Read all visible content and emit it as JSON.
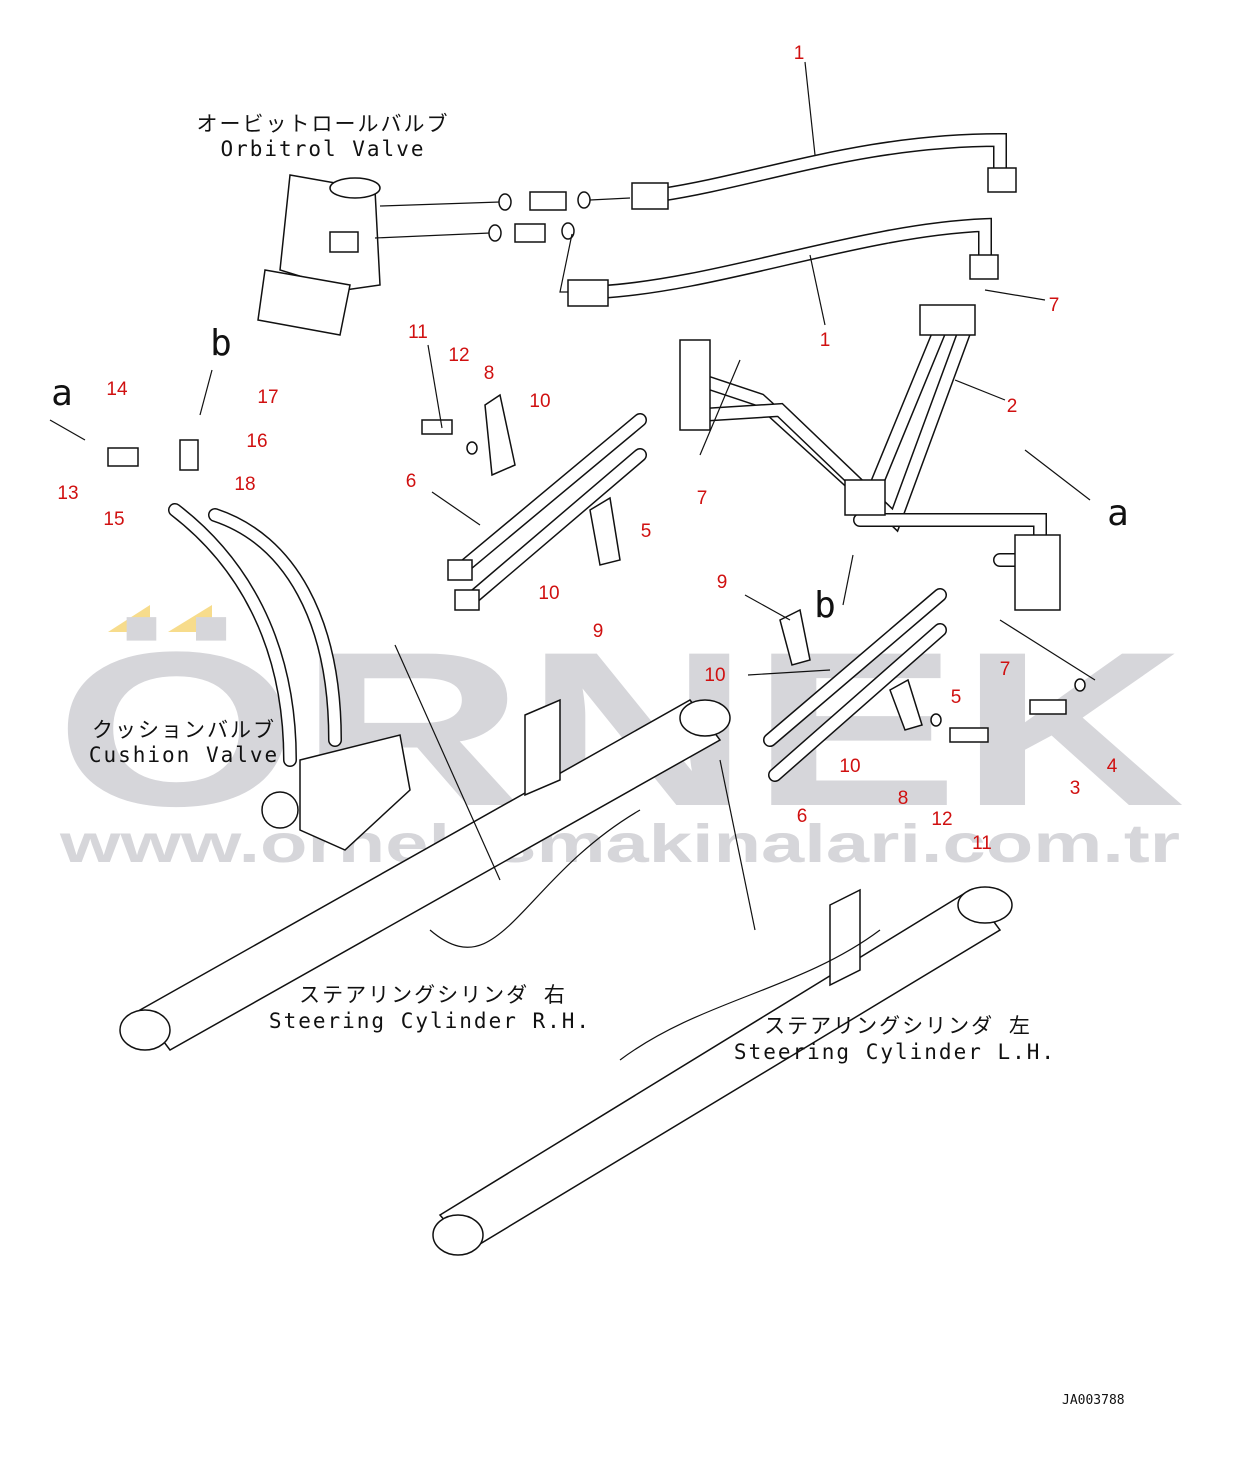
{
  "watermark": {
    "brand": "ÖRNEK",
    "url": "www.ornekismakinalari.com.tr"
  },
  "labels": {
    "orbitrol_jp": "オービットロールバルブ",
    "orbitrol_en": "Orbitrol Valve",
    "cushion_jp": "クッションバルブ",
    "cushion_en": "Cushion Valve",
    "steer_rh_jp": "ステアリングシリンダ 右",
    "steer_rh_en": "Steering Cylinder R.H.",
    "steer_lh_jp": "ステアリングシリンダ 左",
    "steer_lh_en": "Steering Cylinder L.H."
  },
  "drawing_code": "JA003788",
  "refs": [
    "a",
    "b",
    "a",
    "b"
  ],
  "callouts": [
    "1",
    "1",
    "7",
    "2",
    "11",
    "12",
    "8",
    "10",
    "6",
    "7",
    "5",
    "10",
    "9",
    "14",
    "17",
    "16",
    "18",
    "13",
    "15",
    "9",
    "10",
    "5",
    "7",
    "4",
    "3",
    "10",
    "8",
    "12",
    "11",
    "6"
  ],
  "colors": {
    "callout": "#d01010",
    "watermark": "#d6d6da",
    "accent": "#f7dc8c"
  }
}
